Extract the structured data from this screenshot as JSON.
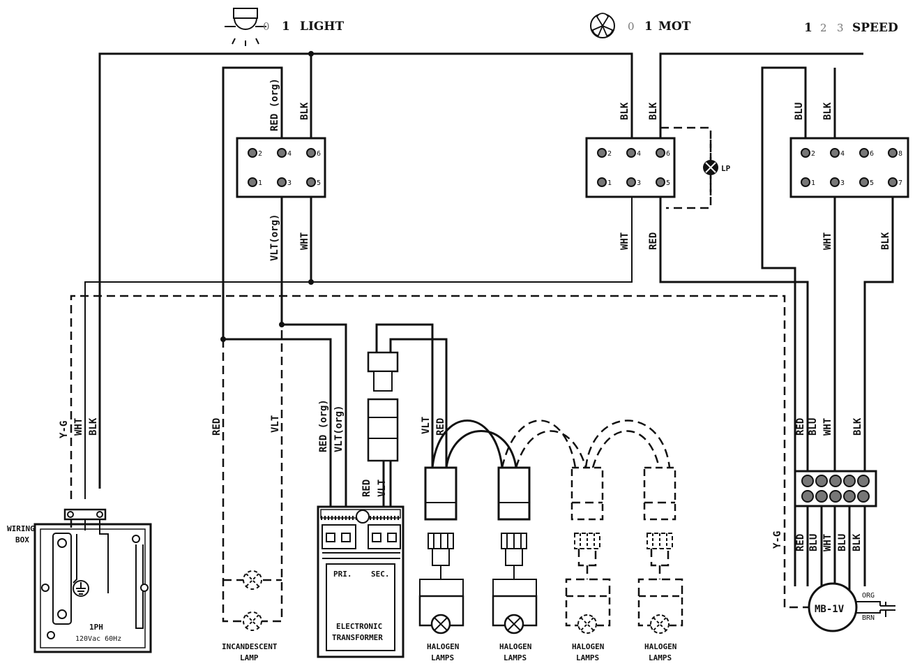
{
  "header": {
    "light_positions": [
      "0",
      "1"
    ],
    "light_label": "LIGHT",
    "motor_positions": [
      "0",
      "1"
    ],
    "motor_label": "MOT",
    "speed_positions": [
      "1",
      "2",
      "3"
    ],
    "speed_label": "SPEED"
  },
  "switch_terminals": {
    "light": [
      "2",
      "4",
      "6",
      "1",
      "3",
      "5"
    ],
    "motor": [
      "2",
      "4",
      "6",
      "1",
      "3",
      "5"
    ],
    "speed": [
      "2",
      "4",
      "6",
      "8",
      "1",
      "3",
      "5",
      "7"
    ]
  },
  "pilot_label": "LP",
  "wire_labels": {
    "light_red_org": "RED (org)",
    "light_blk": "BLK",
    "light_vlt_org": "VLT(org)",
    "light_wht": "WHT",
    "motor_blk_1": "BLK",
    "motor_blk_2": "BLK",
    "motor_wht": "WHT",
    "motor_red": "RED",
    "speed_blu": "BLU",
    "speed_blk": "BLK",
    "speed_wht": "WHT",
    "speed_blk_2": "BLK",
    "supply_yg": "Y-G",
    "supply_wht": "WHT",
    "supply_blk": "BLK",
    "inc_red": "RED",
    "inc_vlt": "VLT",
    "trf_red_org": "RED (org)",
    "trf_vlt_org": "VLT(org)",
    "trf_red": "RED",
    "trf_vlt": "VLT",
    "hal_vlt": "VLT",
    "hal_red": "RED",
    "motor_top": [
      "RED",
      "BLU",
      "WHT",
      "BLK"
    ],
    "motor_bottom_yg": "Y-G",
    "motor_bottom": [
      "RED",
      "BLU",
      "WHT",
      "BLU",
      "BLK"
    ]
  },
  "wiring_box": {
    "label_line1": "WIRING",
    "label_line2": "BOX",
    "rating_line1": "1PH",
    "rating_line2": "120Vac 60Hz"
  },
  "incandescent": {
    "line1": "INCANDESCENT",
    "line2": "LAMP"
  },
  "transformer": {
    "pri": "PRI.",
    "sec": "SEC.",
    "line1": "ELECTRONIC",
    "line2": "TRANSFORMER"
  },
  "halogen_lamps": [
    {
      "line1": "HALOGEN",
      "line2": "LAMPS"
    },
    {
      "line1": "HALOGEN",
      "line2": "LAMPS"
    },
    {
      "line1": "HALOGEN",
      "line2": "LAMPS"
    },
    {
      "line1": "HALOGEN",
      "line2": "LAMPS"
    }
  ],
  "motor": {
    "label": "MB-1V",
    "cap_top": "ORG",
    "cap_bottom": "BRN"
  }
}
